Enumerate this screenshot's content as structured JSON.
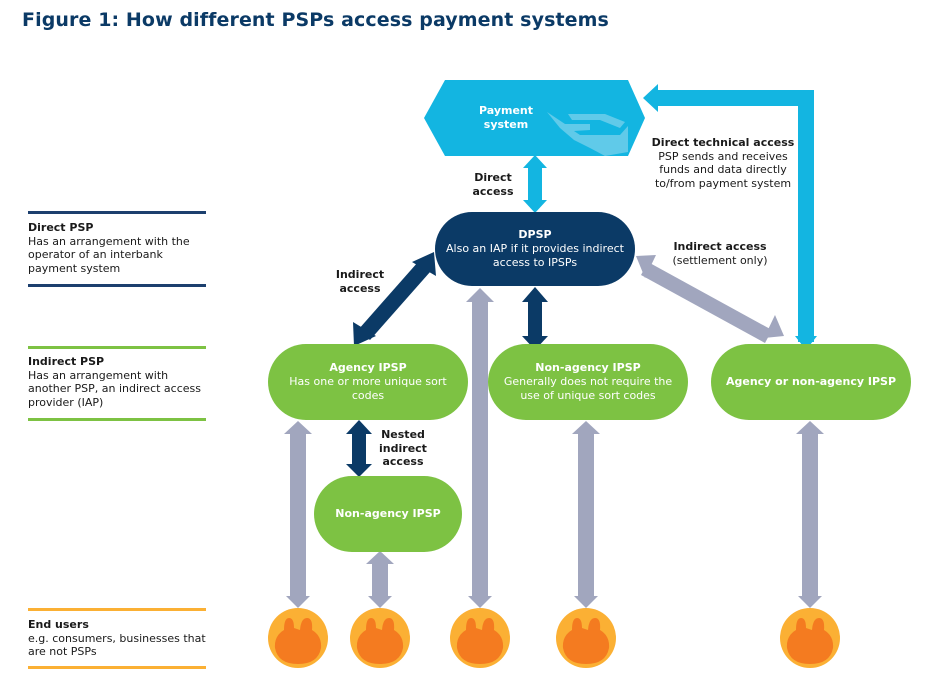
{
  "title": "Figure 1: How different PSPs access payment systems",
  "colors": {
    "title": "#0b3a66",
    "dark_navy": "#0b3a66",
    "cyan": "#13b5e1",
    "green": "#7dc243",
    "grey_arrow": "#a1a6be",
    "end_user_outer": "#fbb034",
    "end_user_inner": "#f47b20",
    "legend_direct_rule": "#1c3f6e",
    "legend_indirect_rule": "#7dc243",
    "legend_end_rule": "#fbb034"
  },
  "legend": [
    {
      "id": "direct",
      "heading": "Direct PSP",
      "text": "Has an arrangement with the operator of an interbank payment system"
    },
    {
      "id": "indirect",
      "heading": "Indirect PSP",
      "text": "Has an arrangement with another PSP, an indirect access provider (IAP)"
    },
    {
      "id": "end_users",
      "heading": "End users",
      "text": "e.g. consumers, businesses that are not PSPs"
    }
  ],
  "nodes": {
    "payment_system": {
      "label": "Payment system",
      "icon": "hand-icon"
    },
    "dpsp": {
      "heading": "DPSP",
      "text": "Also an IAP if it provides indirect access to IPSPs"
    },
    "agency_ipsp": {
      "heading": "Agency IPSP",
      "text": "Has one or more unique sort codes"
    },
    "non_agency_ipsp": {
      "heading": "Non-agency IPSP",
      "text": "Generally does not require the use of unique sort codes"
    },
    "agency_or_non_agency_ipsp": {
      "heading": "Agency or non-agency IPSP"
    },
    "nested_non_agency_ipsp": {
      "heading": "Non-agency IPSP"
    }
  },
  "edge_labels": {
    "direct_access": "Direct access",
    "indirect_access": "Indirect access",
    "indirect_settlement": {
      "heading": "Indirect access",
      "text": "(settlement only)"
    },
    "direct_technical": {
      "heading": "Direct technical access",
      "text": "PSP sends and receives funds and data directly to/from payment system"
    },
    "nested": "Nested indirect access"
  },
  "end_users": {
    "count": 5,
    "icon": "people-icon"
  }
}
